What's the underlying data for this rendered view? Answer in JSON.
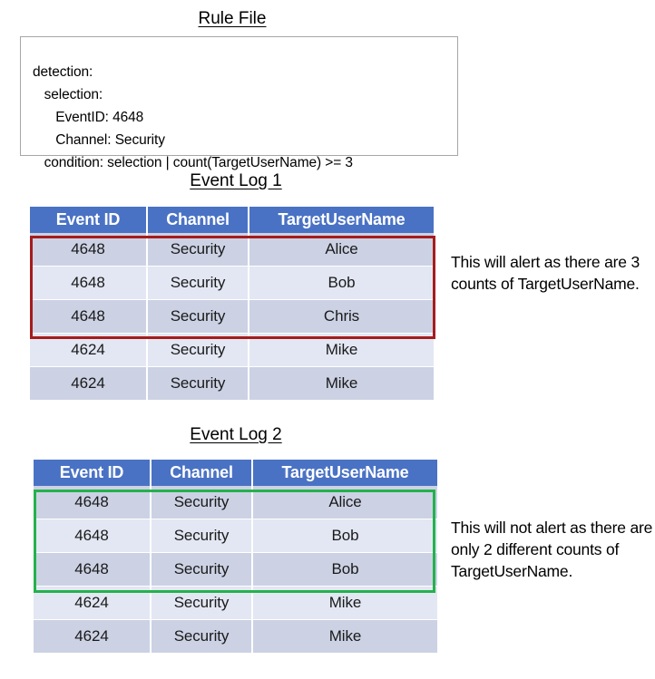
{
  "rule_file": {
    "title": "Rule File",
    "code": "detection:\n   selection:\n      EventID: 4648\n      Channel: Security\n   condition: selection | count(TargetUserName) >= 3"
  },
  "event_log_1": {
    "title": "Event Log 1",
    "columns": [
      "Event ID",
      "Channel",
      "TargetUserName"
    ],
    "rows": [
      [
        "4648",
        "Security",
        "Alice"
      ],
      [
        "4648",
        "Security",
        "Bob"
      ],
      [
        "4648",
        "Security",
        "Chris"
      ],
      [
        "4624",
        "Security",
        "Mike"
      ],
      [
        "4624",
        "Security",
        "Mike"
      ]
    ],
    "highlight": {
      "color": "#a51c1c",
      "rows": [
        0,
        1,
        2
      ]
    },
    "annotation": "This will alert as there are 3 counts of TargetUserName."
  },
  "event_log_2": {
    "title": "Event Log 2",
    "columns": [
      "Event ID",
      "Channel",
      "TargetUserName"
    ],
    "rows": [
      [
        "4648",
        "Security",
        "Alice"
      ],
      [
        "4648",
        "Security",
        "Bob"
      ],
      [
        "4648",
        "Security",
        "Bob"
      ],
      [
        "4624",
        "Security",
        "Mike"
      ],
      [
        "4624",
        "Security",
        "Mike"
      ]
    ],
    "highlight": {
      "color": "#24b14c",
      "rows": [
        0,
        1,
        2
      ]
    },
    "annotation": "This will not alert as there are only 2 different counts of TargetUserName."
  },
  "colors": {
    "header_blue": "#4a72c4",
    "row_dark": "#ccd2e4",
    "row_light": "#e3e7f3",
    "alert_red": "#a51c1c",
    "ok_green": "#24b14c",
    "box_border": "#a6a6a6"
  }
}
